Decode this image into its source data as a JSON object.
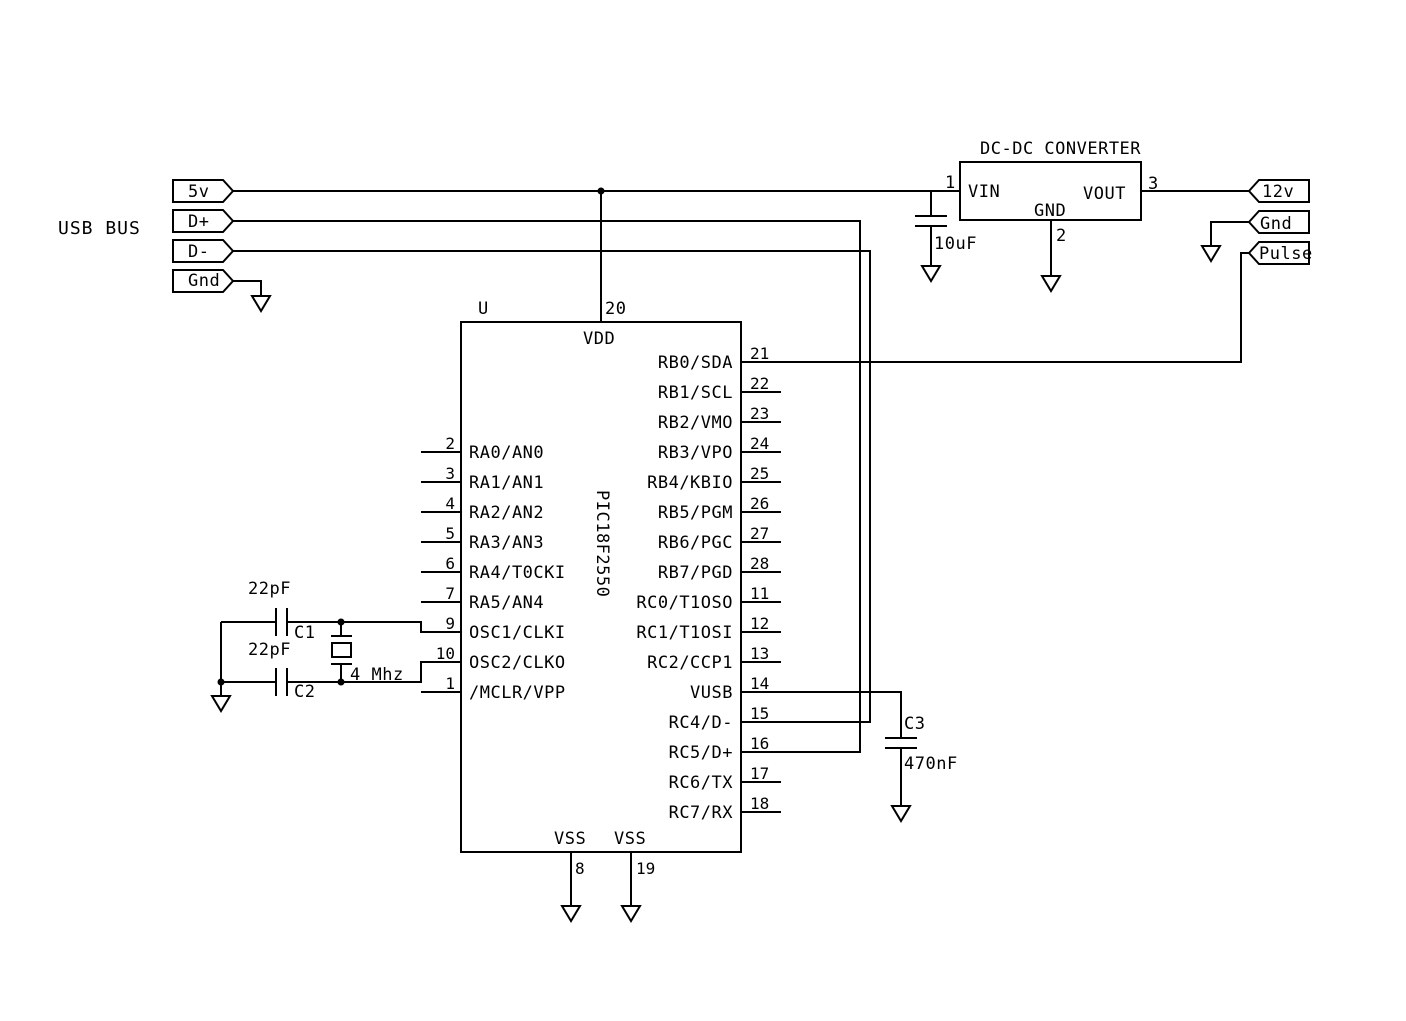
{
  "usb_bus": {
    "title": "USB BUS",
    "ports": [
      "5v",
      "D+",
      "D-",
      "Gnd"
    ]
  },
  "converter": {
    "title": "DC-DC CONVERTER",
    "vin": "VIN",
    "vout": "VOUT",
    "gnd": "GND",
    "pin_vin": "1",
    "pin_vout": "3",
    "pin_gnd": "2",
    "cap_value": "10uF"
  },
  "out_ports": [
    "12v",
    "Gnd",
    "Pulse"
  ],
  "chip": {
    "ref": "U",
    "part": "PIC18F2550",
    "vdd": "VDD",
    "vdd_pin": "20",
    "vss": "VSS",
    "vss_pins": [
      "8",
      "19"
    ],
    "left_pins": [
      {
        "num": "2",
        "label": "RA0/AN0"
      },
      {
        "num": "3",
        "label": "RA1/AN1"
      },
      {
        "num": "4",
        "label": "RA2/AN2"
      },
      {
        "num": "5",
        "label": "RA3/AN3"
      },
      {
        "num": "6",
        "label": "RA4/T0CKI"
      },
      {
        "num": "7",
        "label": "RA5/AN4"
      },
      {
        "num": "9",
        "label": "OSC1/CLKI"
      },
      {
        "num": "10",
        "label": "OSC2/CLKO"
      },
      {
        "num": "1",
        "label": "/MCLR/VPP"
      }
    ],
    "right_pins": [
      {
        "num": "21",
        "label": "RB0/SDA"
      },
      {
        "num": "22",
        "label": "RB1/SCL"
      },
      {
        "num": "23",
        "label": "RB2/VMO"
      },
      {
        "num": "24",
        "label": "RB3/VPO"
      },
      {
        "num": "25",
        "label": "RB4/KBIO"
      },
      {
        "num": "26",
        "label": "RB5/PGM"
      },
      {
        "num": "27",
        "label": "RB6/PGC"
      },
      {
        "num": "28",
        "label": "RB7/PGD"
      },
      {
        "num": "11",
        "label": "RC0/T1OSO"
      },
      {
        "num": "12",
        "label": "RC1/T1OSI"
      },
      {
        "num": "13",
        "label": "RC2/CCP1"
      },
      {
        "num": "14",
        "label": "VUSB"
      },
      {
        "num": "15",
        "label": "RC4/D-"
      },
      {
        "num": "16",
        "label": "RC5/D+"
      },
      {
        "num": "17",
        "label": "RC6/TX"
      },
      {
        "num": "18",
        "label": "RC7/RX"
      }
    ]
  },
  "oscillator": {
    "c1_value": "22pF",
    "c1_ref": "C1",
    "c2_value": "22pF",
    "c2_ref": "C2",
    "crystal": "4 Mhz"
  },
  "c3": {
    "ref": "C3",
    "value": "470nF"
  }
}
